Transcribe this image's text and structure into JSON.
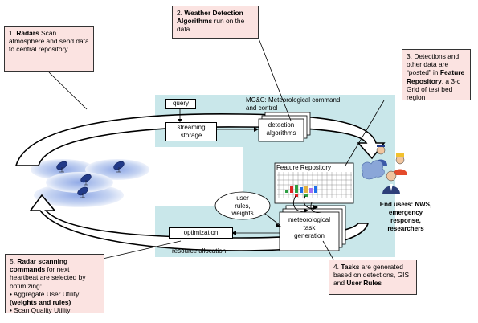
{
  "callouts": {
    "c1": {
      "num": "1.",
      "bold": "Radars",
      "rest": " Scan atmosphere and send data to central repository"
    },
    "c2": {
      "num": "2.",
      "bold": "Weather Detection Algorithms",
      "rest": " run on the data"
    },
    "c3": {
      "num": "3.",
      "pre": " Detections  and other data are “posted” in ",
      "bold": "Feature Repository",
      "rest": ", a 3-d Grid of test bed region"
    },
    "c4": {
      "num": "4.",
      "bold": "Tasks",
      "mid": " are generated based on detections, GIS and ",
      "bold2": "User Rules"
    },
    "c5": {
      "num": "5.",
      "bold": "Radar scanning commands",
      "line1": " for next heartbeat are selected by optimizing:",
      "b1a": "• Aggregate User Utility ",
      "b1b": "(weights and rules)",
      "b2": "• Scan Quality Utility"
    }
  },
  "mcc": {
    "title": "MC&C: Meteorological command and control"
  },
  "boxes": {
    "query": "query",
    "storage_l1": "streaming",
    "storage_l2": "storage",
    "detect_l1": "detection",
    "detect_l2": "algorithms",
    "feature_repo": "Feature Repository",
    "user_rules_l1": "user",
    "user_rules_l2": "rules,",
    "user_rules_l3": "weights",
    "task_l1": "meteorological",
    "task_l2": "task",
    "task_l3": "generation",
    "optimization": "optimization",
    "resource_alloc": "resource allocation"
  },
  "end_users": {
    "l1": "End users: NWS,",
    "l2": "emergency",
    "l3": "response,",
    "l4": "researchers"
  },
  "colors": {
    "panel": "#c9e7ea",
    "callout": "#fbe3e1",
    "radar_disc": "#c7d5f0"
  }
}
